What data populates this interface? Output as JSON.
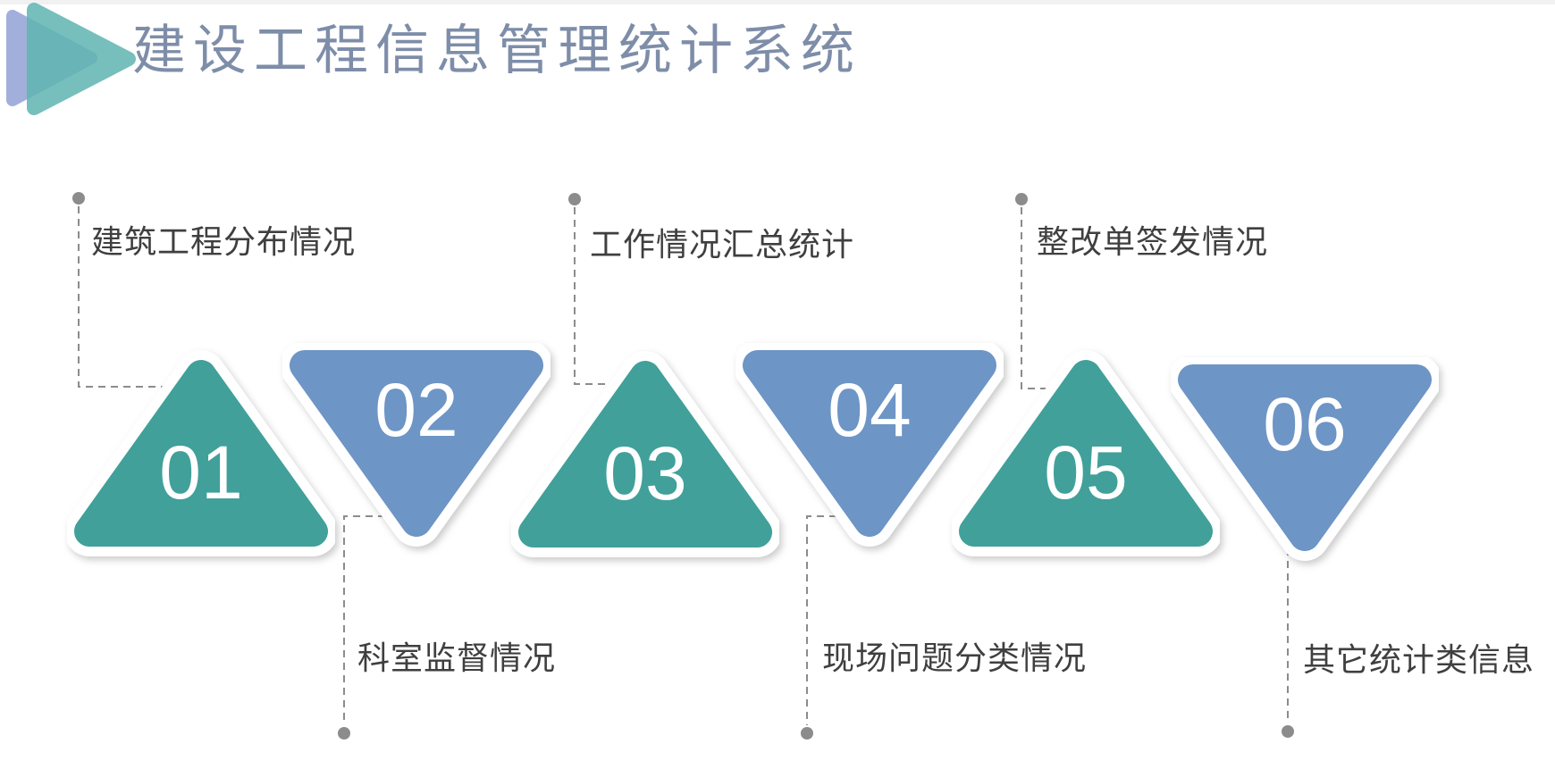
{
  "header": {
    "title": "建设工程信息管理统计系统",
    "title_color": "#7E8DA8",
    "logo": {
      "name": "double-play-triangle-logo",
      "back_color": "#9DABD9",
      "front_color": "#5FB5B2"
    }
  },
  "items": [
    {
      "number": "01",
      "label": "建筑工程分布情况",
      "direction": "up",
      "color": "#41A09A",
      "label_position": "top"
    },
    {
      "number": "02",
      "label": "科室监督情况",
      "direction": "down",
      "color": "#6D95C5",
      "label_position": "bottom"
    },
    {
      "number": "03",
      "label": "工作情况汇总统计",
      "direction": "up",
      "color": "#41A09A",
      "label_position": "top"
    },
    {
      "number": "04",
      "label": "现场问题分类情况",
      "direction": "down",
      "color": "#6D95C5",
      "label_position": "bottom"
    },
    {
      "number": "05",
      "label": "整改单签发情况",
      "direction": "up",
      "color": "#41A09A",
      "label_position": "top"
    },
    {
      "number": "06",
      "label": "其它统计类信息",
      "direction": "down",
      "color": "#6D95C5",
      "label_position": "bottom"
    }
  ],
  "styles": {
    "connector_color": "#8C8C8C",
    "label_text_color": "#3F3F3F",
    "number_text_color": "#FFFFFF",
    "triangle_border_color": "#FFFFFF"
  }
}
